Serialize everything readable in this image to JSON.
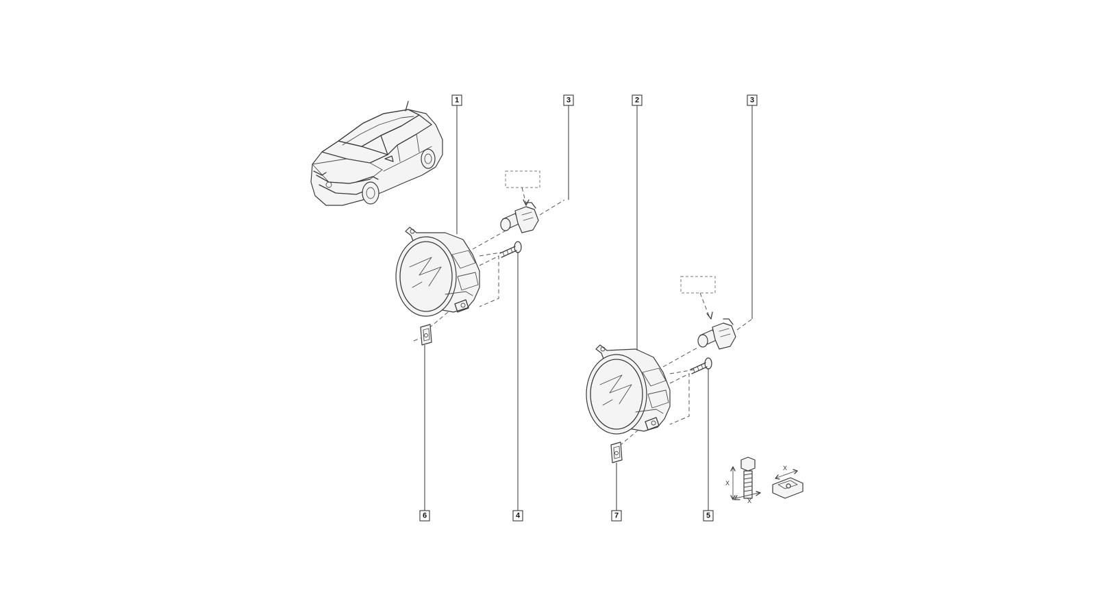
{
  "callouts": {
    "fog_lamp_left": "1",
    "fog_lamp_right": "2",
    "bulb_left": "3",
    "bulb_right": "3",
    "screw_left": "4",
    "screw_right": "5",
    "clip_left": "6",
    "clip_right": "7"
  },
  "inset": {
    "bolt_dim_x_vertical": "X",
    "bolt_dim_x_bottom": "X",
    "clip_dim_x": "X"
  },
  "icons": {
    "vehicle": "hatchback-car-icon",
    "lamp": "round-fog-lamp-icon",
    "bulb": "halogen-bulb-icon",
    "screw": "screw-icon",
    "clip": "nut-clip-icon"
  }
}
